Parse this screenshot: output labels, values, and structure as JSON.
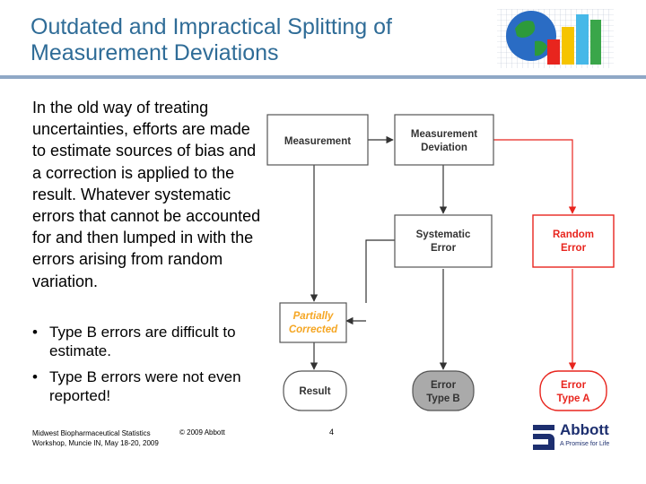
{
  "slide": {
    "title_line1": "Outdated and Impractical Splitting of",
    "title_line2": "Measurement Deviations",
    "body": "In the old way of treating uncertainties, efforts are made to estimate sources of bias and a correction is applied to the result. Whatever systematic errors that cannot be accounted for and then lumped in with the errors arising from random variation.",
    "bullets": [
      "Type B errors are difficult to estimate.",
      "Type B errors were not even reported!"
    ]
  },
  "diagram": {
    "measurement": "Measurement",
    "deviation_line1": "Measurement",
    "deviation_line2": "Deviation",
    "systematic_line1": "Systematic",
    "systematic_line2": "Error",
    "random_line1": "Random",
    "random_line2": "Error",
    "partial_line1": "Partially",
    "partial_line2": "Corrected",
    "result": "Result",
    "typeb_line1": "Error",
    "typeb_line2": "Type B",
    "typea_line1": "Error",
    "typea_line2": "Type A"
  },
  "colors": {
    "title": "#2f6c97",
    "red": "#e8251e",
    "orange": "#f5a623",
    "gray_fill": "#aaaaaa",
    "brand": "#1d2f6f"
  },
  "footer": {
    "left_line1": "Midwest Biopharmaceutical Statistics",
    "left_line2": "Workshop, Muncie IN, May 18-20, 2009",
    "copyright": "© 2009 Abbott",
    "page": "4",
    "brand_name": "Abbott",
    "brand_tag": "A Promise for Life"
  }
}
